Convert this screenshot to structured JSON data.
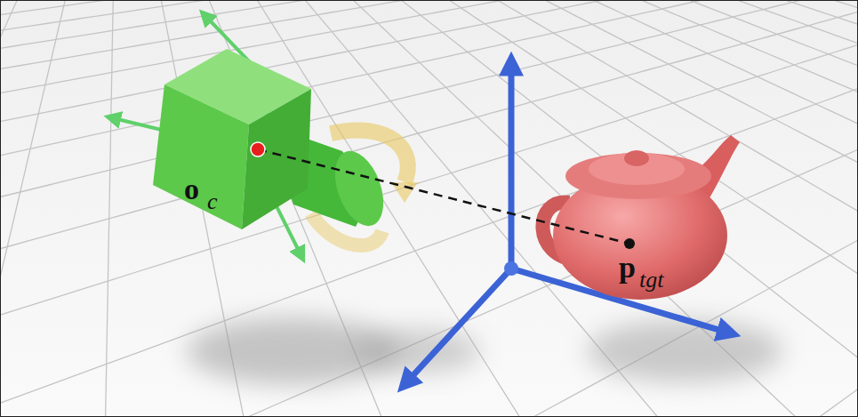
{
  "diagram": {
    "labels": [
      "o",
      "c",
      "p",
      "tgt"
    ]
  }
}
